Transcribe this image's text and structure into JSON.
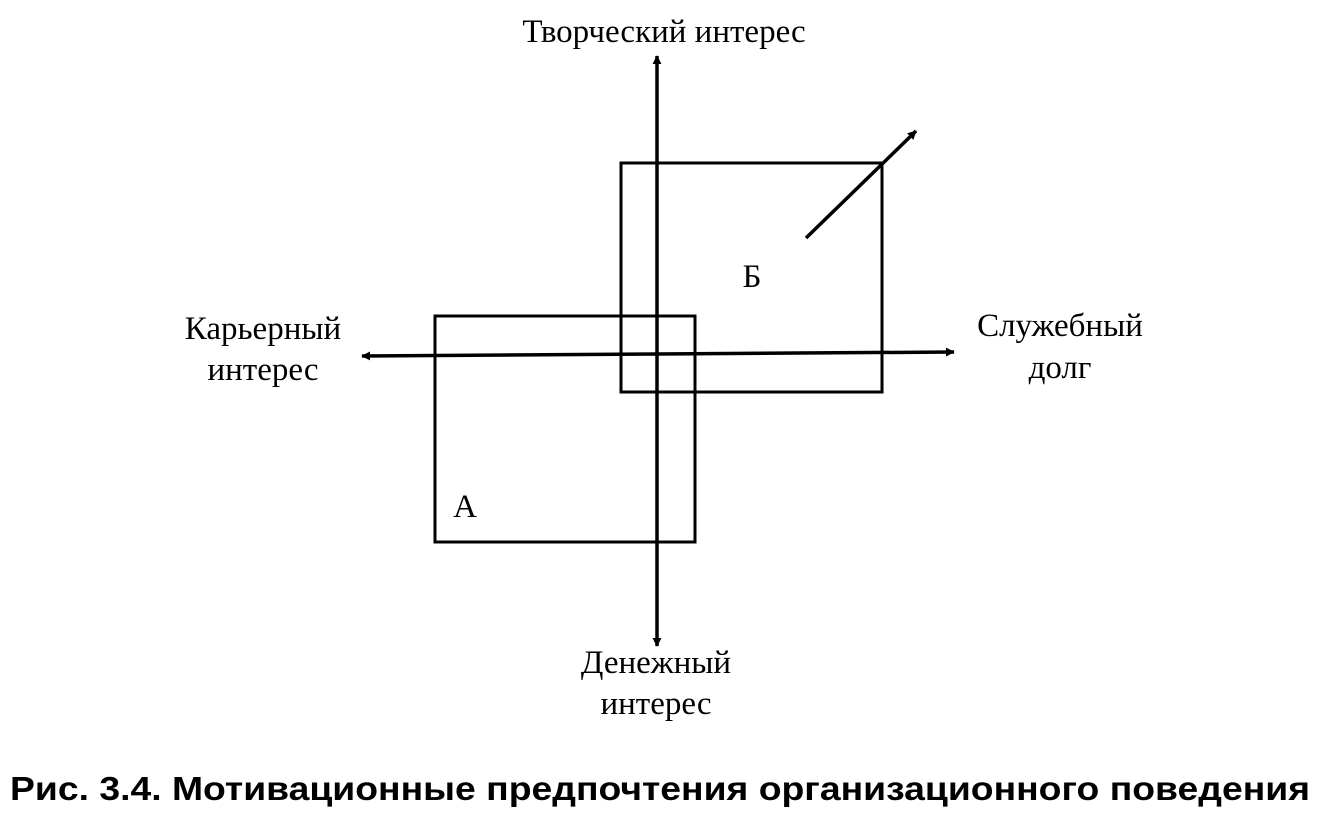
{
  "axes": {
    "top": {
      "label": "Творческий интерес"
    },
    "bottom": {
      "label_lines": [
        "Денежный",
        "интерес"
      ]
    },
    "left": {
      "label_lines": [
        "Карьерный",
        "интерес"
      ]
    },
    "right": {
      "label_lines": [
        "Служебный",
        "долг"
      ]
    }
  },
  "boxes": {
    "a": {
      "label": "А"
    },
    "b": {
      "label": "Б"
    }
  },
  "caption": "Рис. 3.4. Мотивационные предпочтения организационного поведения",
  "colors": {
    "ink": "#000000",
    "background": "#ffffff"
  }
}
